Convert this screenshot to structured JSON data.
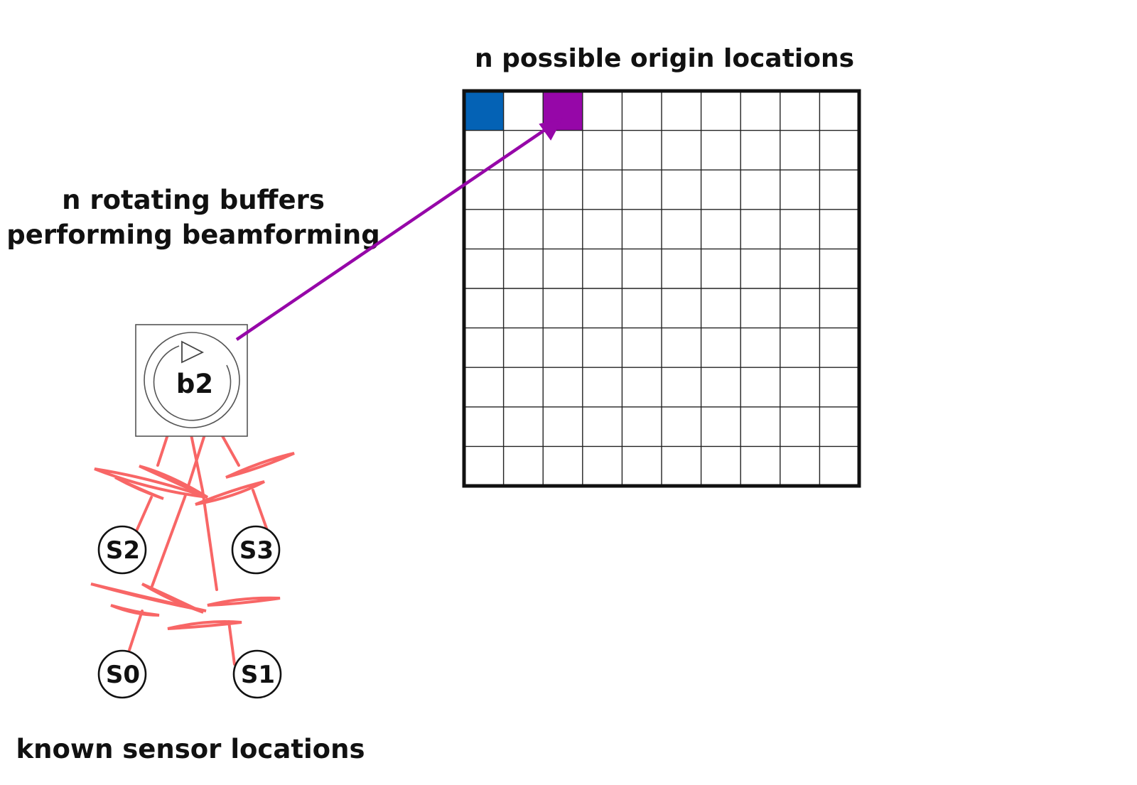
{
  "titles": {
    "grid_title": "n possible origin locations",
    "buffer_title_line1": "n rotating buffers",
    "buffer_title_line2": "performing beamforming",
    "sensor_title": "known sensor locations"
  },
  "buffer": {
    "label": "b2"
  },
  "sensors": [
    {
      "id": "s0",
      "label": "S0"
    },
    {
      "id": "s1",
      "label": "S1"
    },
    {
      "id": "s2",
      "label": "S2"
    },
    {
      "id": "s3",
      "label": "S3"
    }
  ],
  "grid": {
    "rows": 10,
    "cols": 10,
    "highlighted_cells": [
      {
        "row": 0,
        "col": 0,
        "color": "#0462b5"
      },
      {
        "row": 0,
        "col": 2,
        "color": "#9607a8"
      }
    ]
  },
  "colors": {
    "arrow": "#9607a8",
    "wires": "#f86666",
    "grid_border": "#111111"
  }
}
